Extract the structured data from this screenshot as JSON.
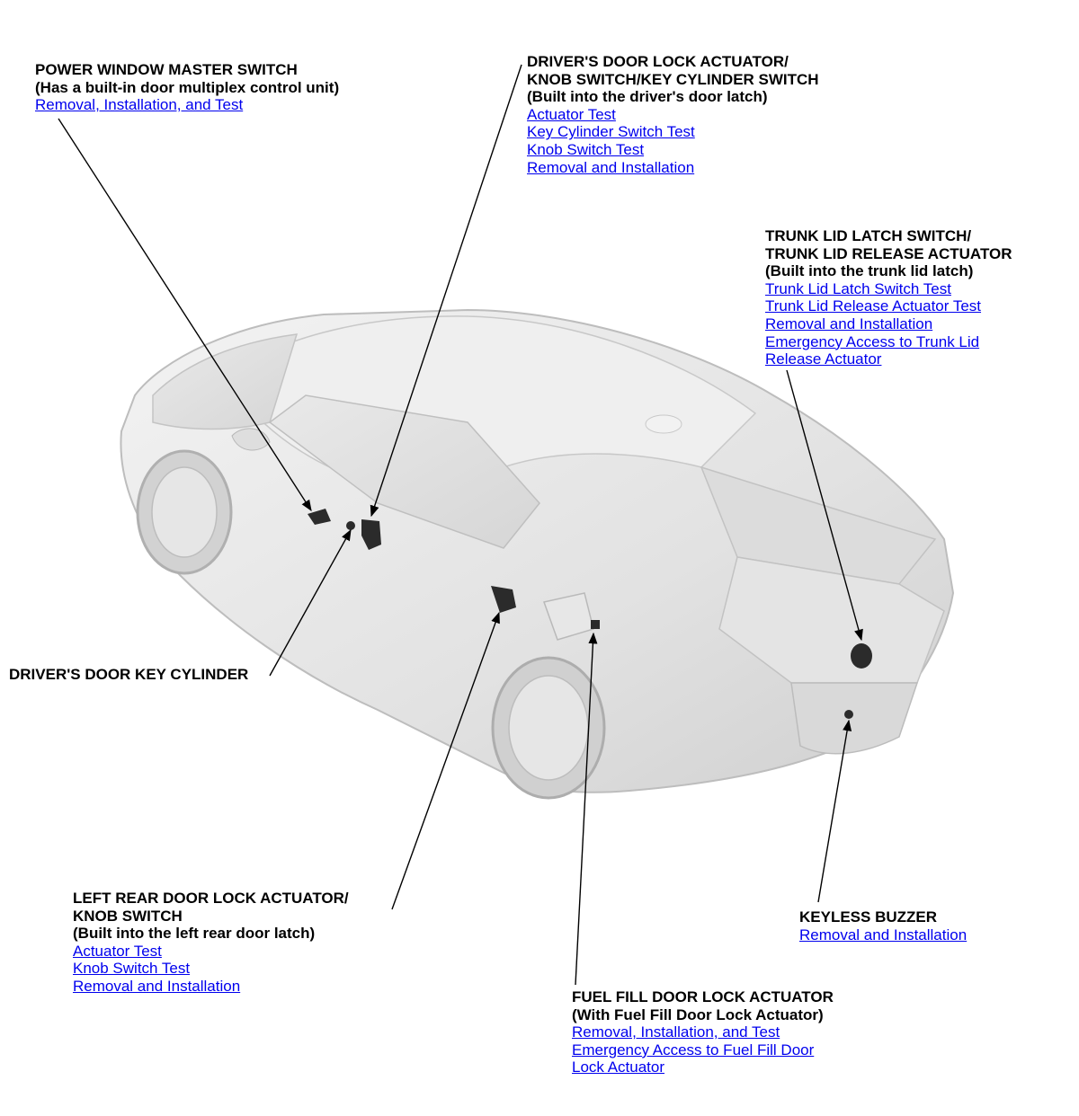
{
  "callouts": {
    "power_window": {
      "title_lines": [
        "POWER WINDOW MASTER SWITCH",
        "(Has a built-in door multiplex control unit)"
      ],
      "links": [
        "Removal, Installation, and Test"
      ]
    },
    "driver_door_lock": {
      "title_lines": [
        "DRIVER'S DOOR LOCK ACTUATOR/",
        "KNOB SWITCH/KEY CYLINDER SWITCH",
        "(Built into the driver's door latch)"
      ],
      "links": [
        "Actuator Test",
        "Key Cylinder Switch Test",
        "Knob Switch Test",
        "Removal and Installation"
      ]
    },
    "trunk_lid": {
      "title_lines": [
        "TRUNK LID LATCH SWITCH/",
        "TRUNK LID RELEASE ACTUATOR",
        "(Built into the trunk lid latch)"
      ],
      "links": [
        "Trunk Lid Latch Switch Test",
        "Trunk Lid Release Actuator Test",
        "Removal and Installation",
        "Emergency Access to Trunk Lid",
        "Release Actuator"
      ]
    },
    "key_cylinder": {
      "title_lines": [
        "DRIVER'S DOOR KEY CYLINDER"
      ],
      "links": []
    },
    "left_rear_door": {
      "title_lines": [
        "LEFT REAR DOOR LOCK ACTUATOR/",
        "KNOB SWITCH",
        "(Built into the left rear door latch)"
      ],
      "links": [
        "Actuator Test",
        "Knob Switch Test",
        "Removal and Installation"
      ]
    },
    "keyless_buzzer": {
      "title_lines": [
        "KEYLESS BUZZER"
      ],
      "links": [
        "Removal and Installation"
      ]
    },
    "fuel_fill": {
      "title_lines": [
        "FUEL FILL DOOR LOCK ACTUATOR",
        "(With Fuel Fill Door Lock Actuator)"
      ],
      "links": [
        "Removal, Installation, and Test",
        "Emergency Access to Fuel Fill Door",
        "Lock Actuator"
      ]
    }
  },
  "colors": {
    "link": "#0000ee",
    "text": "#000000",
    "car_body": "#e6e6e6",
    "car_shade": "#cfcfcf",
    "component": "#2b2b2b"
  }
}
